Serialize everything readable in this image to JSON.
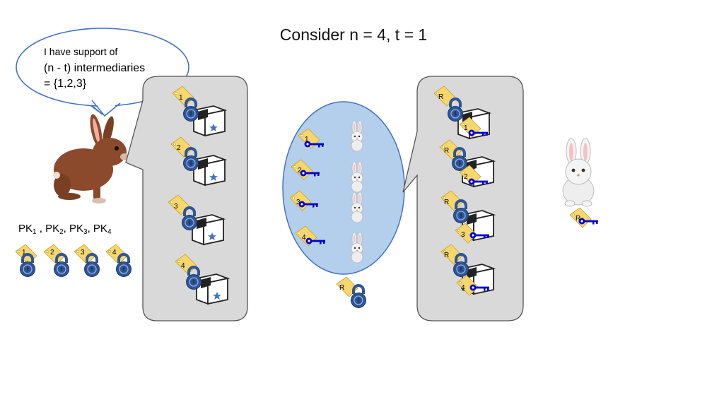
{
  "title": "Consider n = 4, t = 1",
  "speech": {
    "line1": "I have support of",
    "line2": "(n - t) intermediaries",
    "line3": "= {1,2,3}"
  },
  "public_keys": {
    "label_parts": [
      "PK",
      "1",
      " , PK",
      "2",
      ", PK",
      "3",
      ", PK",
      "4"
    ],
    "locks": [
      "1",
      "2",
      "3",
      "4"
    ]
  },
  "left_panel": {
    "boxes": [
      "1",
      "2",
      "3",
      "4"
    ]
  },
  "middle_panel": {
    "keys": [
      "1",
      "2",
      "3",
      "4"
    ],
    "outside_lock": "R"
  },
  "right_panel": {
    "boxes": [
      {
        "lock": "R",
        "key": "1"
      },
      {
        "lock": "R",
        "key": "2"
      },
      {
        "lock": "R",
        "key": "3"
      },
      {
        "lock": "R",
        "key": "4"
      }
    ]
  },
  "receiver": {
    "key": "R"
  },
  "colors": {
    "lock": "#2f5597",
    "key": "#0000cc",
    "tag": "#f5d76e",
    "panel": "#d9d9d9",
    "circle": "#b4cfec",
    "bubble_stroke": "#4472c4",
    "star": "#4472c4"
  }
}
